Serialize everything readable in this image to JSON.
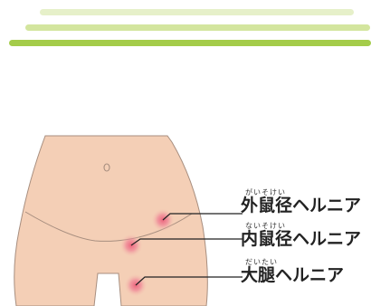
{
  "stripe_colors": [
    "#e6f0c9",
    "#d3e59e",
    "#a4cc4a"
  ],
  "body_colors": {
    "skin": "#f4cfb6",
    "outline": "#a78e7f",
    "hotspot": "#ec5d78"
  },
  "labels": [
    {
      "ruby": "がいそけい",
      "text": "外鼠径ヘルニア"
    },
    {
      "ruby": "ないそけい",
      "text": "内鼠径ヘルニア"
    },
    {
      "ruby": "だいたい",
      "text": "大腿ヘルニア"
    }
  ]
}
